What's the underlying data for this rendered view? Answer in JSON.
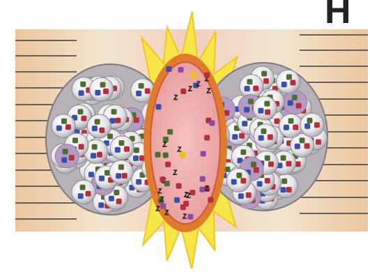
{
  "title_fragment": "H",
  "colors": {
    "background_panel": "#f1d2b0",
    "stripe": "#3a3a3a",
    "sphere_fill": "#d9d6dc",
    "sphere_outline": "#8a8a8a",
    "red_quark": "#b3303a",
    "blue_quark": "#3a4fa8",
    "green_quark": "#4f6d2e",
    "purple_quark": "#8a4aa8",
    "yellow_quark": "#e8c21a",
    "fireball_outer": "#f5e23a",
    "fireball_rim": "#e0742a",
    "plasma_core": "#f2a8a8"
  },
  "scene": {
    "left_nucleus": "left-nucleus",
    "right_nucleus": "right-nucleus",
    "central_plasma": "quark-gluon-plasma",
    "explosion": "collision-flash"
  }
}
